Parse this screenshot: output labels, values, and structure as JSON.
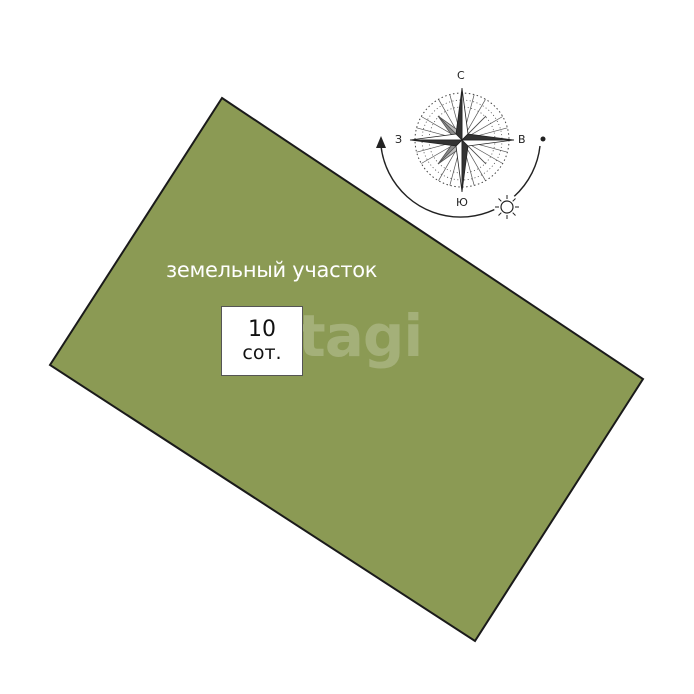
{
  "plot": {
    "label": "земельный участок",
    "area_value": "10",
    "area_unit": "сот.",
    "fill_color": "#8b9a54",
    "outline_color": "#1a1a1a"
  },
  "watermark": {
    "text": "tagi"
  },
  "compass": {
    "north": "С",
    "west": "З",
    "east": "В",
    "south": "Ю",
    "icons": [
      "compass-rose-icon",
      "sun-icon",
      "sun-path-arrow-icon"
    ]
  }
}
